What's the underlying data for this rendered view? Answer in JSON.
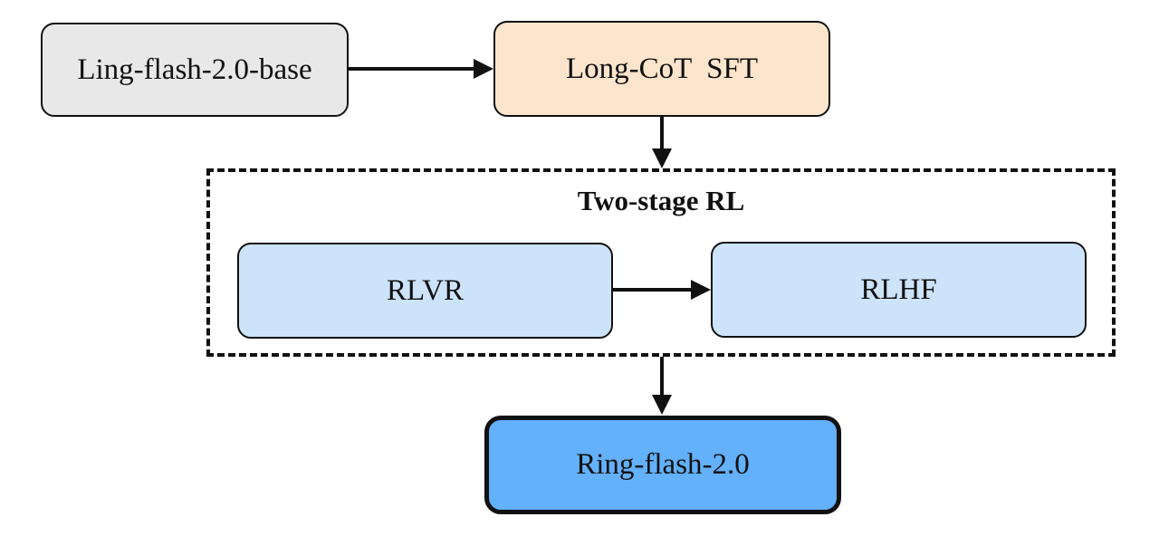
{
  "diagram": {
    "type": "flowchart",
    "group": {
      "title": "Two-stage RL"
    },
    "nodes": {
      "base": {
        "label": "Ling-flash-2.0-base",
        "fill": "#e8e8e8"
      },
      "sft": {
        "label": "Long-CoT  SFT",
        "fill": "#fce5cc"
      },
      "rlvr": {
        "label": "RLVR",
        "fill": "#cce3fa"
      },
      "rlhf": {
        "label": "RLHF",
        "fill": "#cce3fa"
      },
      "final": {
        "label": "Ring-flash-2.0",
        "fill": "#63b0fb"
      }
    },
    "edges": [
      {
        "from": "Ling-flash-2.0-base",
        "to": "Long-CoT  SFT"
      },
      {
        "from": "Long-CoT  SFT",
        "to": "Two-stage RL"
      },
      {
        "from": "RLVR",
        "to": "RLHF"
      },
      {
        "from": "Two-stage RL",
        "to": "Ring-flash-2.0"
      }
    ],
    "colors": {
      "line": "#111111",
      "background": "#ffffff"
    }
  }
}
